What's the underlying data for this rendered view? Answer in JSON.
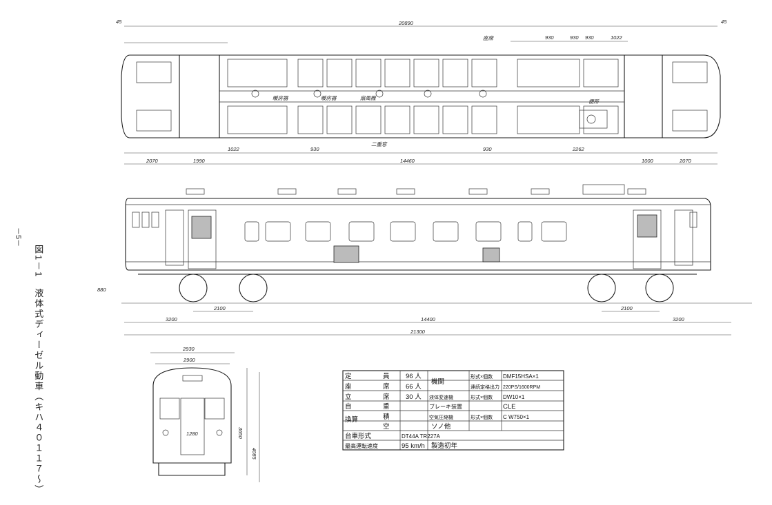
{
  "caption": {
    "page_number": "－5－",
    "title": "図1－1　液体式ディーゼル動車（キハ４０１１７～）"
  },
  "plan": {
    "overall_length": "20890",
    "end_offset_left": "45",
    "end_offset_right": "45",
    "center_length": "14460",
    "left_dims": [
      "2070",
      "1990"
    ],
    "right_dims": [
      "1000",
      "2070"
    ],
    "top_dims": [
      "930",
      "930",
      "930",
      "1022"
    ],
    "bottom_dims": [
      "1022",
      "930",
      "930",
      "2262"
    ],
    "labels": {
      "heater_left": "暖房器",
      "heater_mid": "暖房器",
      "fan": "扇風機",
      "toilet": "便所",
      "floor_note": "二重窓",
      "seat_note": "座席"
    }
  },
  "side": {
    "length_total": "21300",
    "length_center": "14400",
    "bogie_left": "2100",
    "bogie_right": "2100",
    "overhang_left": "3200",
    "overhang_right": "3200",
    "height_floor": "880"
  },
  "front": {
    "width_outer": "2930",
    "width_body": "2900",
    "height_roof": "3650",
    "height_total": "4085",
    "gauge": "1280"
  },
  "spec": {
    "rows": [
      {
        "k1": "定",
        "k2": "員",
        "v": "96 人",
        "k3": "機関",
        "k4": "形式×個数",
        "v2": "DMF15HSA×1"
      },
      {
        "k1": "座",
        "k2": "席",
        "v": "66 人",
        "k3": "",
        "k4": "連続定格出力",
        "v2": "220PS/1600RPM"
      },
      {
        "k1": "立",
        "k2": "席",
        "v": "30 人",
        "k3": "液体変速機",
        "k4": "形式×個数",
        "v2": "DW10×1"
      },
      {
        "k1": "自",
        "k2": "重",
        "v": "",
        "k3": "ブレーキ装置",
        "k4": "",
        "v2": "CLE"
      },
      {
        "k1": "換算",
        "k2": "積",
        "v": "",
        "k3": "空気圧縮機",
        "k4": "形式×個数",
        "v2": "C W750×1"
      },
      {
        "k1": "",
        "k2": "空",
        "v": "",
        "k3": "ソノ他",
        "k4": "",
        "v2": ""
      }
    ],
    "bogie_label": "台車形式",
    "bogie_value": "DT44A TR227A",
    "speed_label": "最高運転速度",
    "speed_value": "95 km/h",
    "year_label": "製造初年",
    "year_value": ""
  }
}
